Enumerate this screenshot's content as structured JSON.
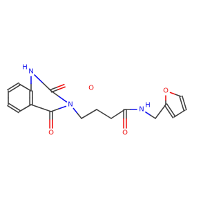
{
  "molecule": {
    "colors": {
      "carbon": "#404040",
      "nitrogen": "#1010ee",
      "oxygen": "#ee1010"
    },
    "labels": {
      "n1": "N",
      "h1": "H",
      "n3": "N",
      "o_c2": "O",
      "o_c4": "O",
      "o_amide": "O",
      "n_amide": "N",
      "h_amide": "H",
      "o_furan": "O"
    }
  }
}
